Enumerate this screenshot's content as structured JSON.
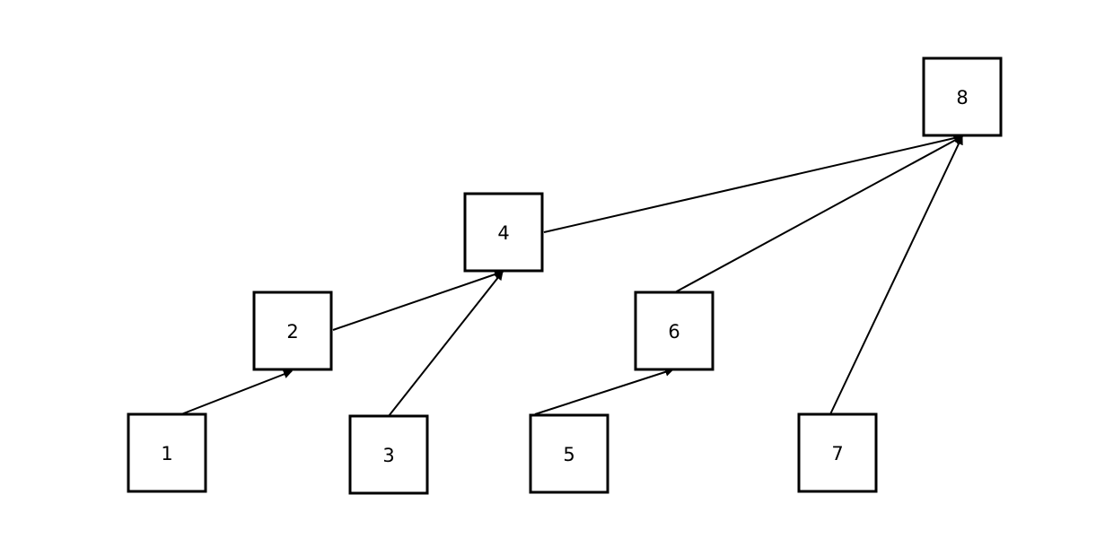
{
  "diagram": {
    "colors": {
      "stroke": "#000000",
      "fill": "#ffffff",
      "background": "#ffffff"
    },
    "nodes": [
      {
        "id": "n1",
        "label": "1"
      },
      {
        "id": "n2",
        "label": "2"
      },
      {
        "id": "n3",
        "label": "3"
      },
      {
        "id": "n4",
        "label": "4"
      },
      {
        "id": "n5",
        "label": "5"
      },
      {
        "id": "n6",
        "label": "6"
      },
      {
        "id": "n7",
        "label": "7"
      },
      {
        "id": "n8",
        "label": "8"
      }
    ],
    "edges": [
      {
        "from": "n1",
        "to": "n2"
      },
      {
        "from": "n2",
        "to": "n4"
      },
      {
        "from": "n3",
        "to": "n4"
      },
      {
        "from": "n5",
        "to": "n6"
      },
      {
        "from": "n4",
        "to": "n8"
      },
      {
        "from": "n6",
        "to": "n8"
      },
      {
        "from": "n7",
        "to": "n8"
      }
    ]
  }
}
